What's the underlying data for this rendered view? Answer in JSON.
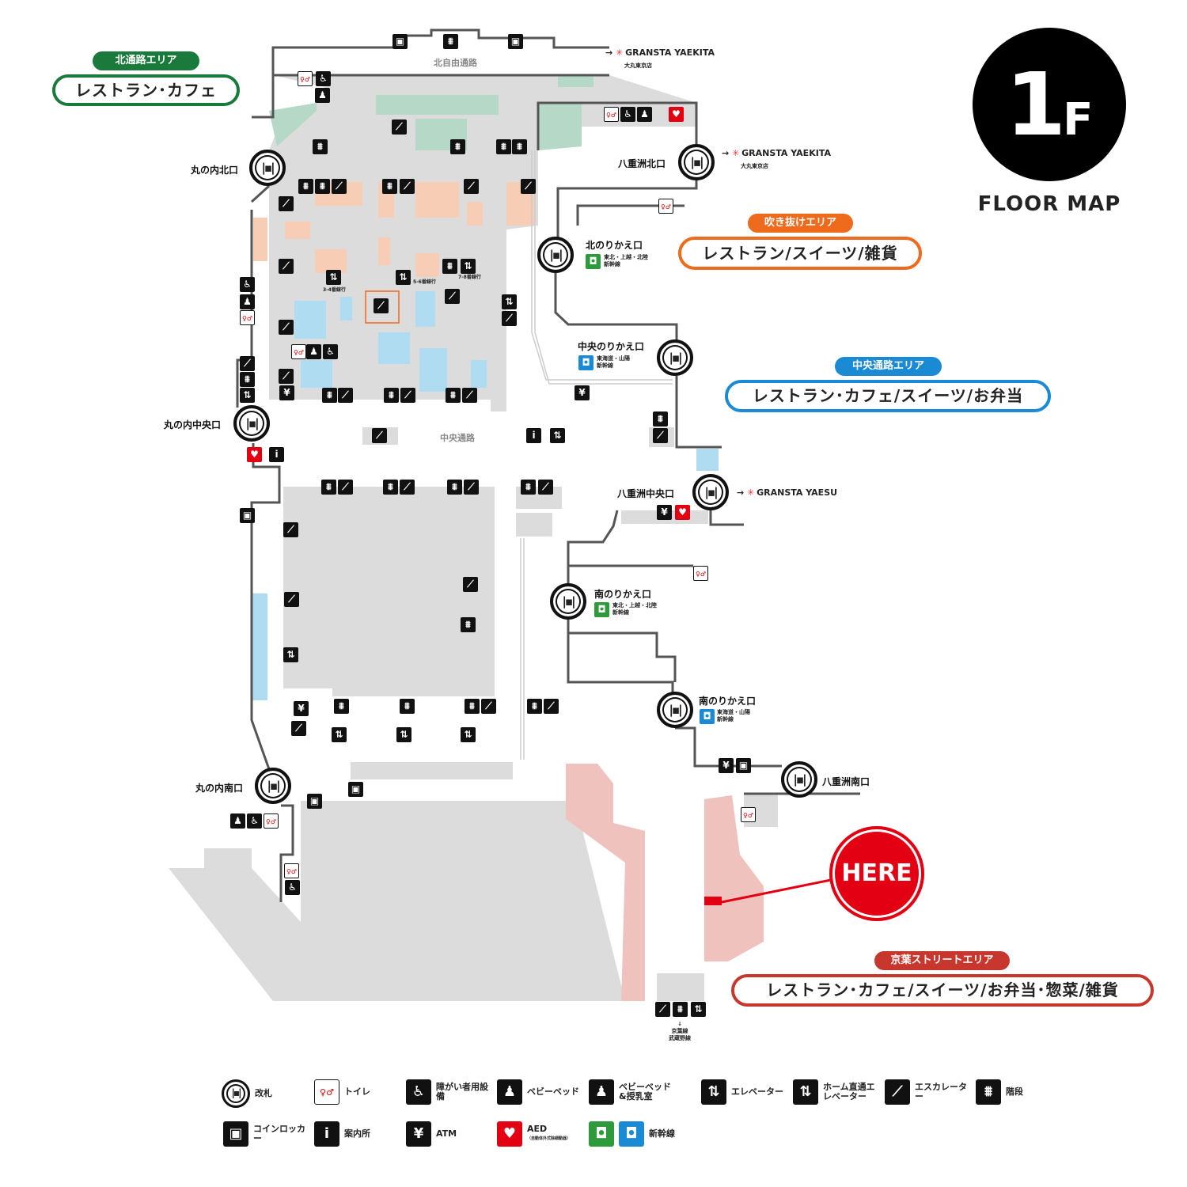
{
  "floor": {
    "number": "1",
    "suffix": "F",
    "caption": "FLOOR MAP"
  },
  "passages": {
    "north": "北自由通路",
    "central": "中央通路"
  },
  "areas": [
    {
      "tag": "北通路エリア",
      "title": "レストラン･カフェ",
      "color": "#1a7a3c"
    },
    {
      "tag": "吹き抜けエリア",
      "title": "レストラン/スイーツ/雑貨",
      "color": "#ee6a1c"
    },
    {
      "tag": "中央通路エリア",
      "title": "レストラン･カフェ/スイーツ/お弁当",
      "color": "#1a8ad4"
    },
    {
      "tag": "京葉ストリートエリア",
      "title": "レストラン･カフェ/スイーツ/お弁当･惣菜/雑貨",
      "color": "#c8372d"
    }
  ],
  "gates": {
    "marunouchi_north": "丸の内北口",
    "marunouchi_central": "丸の内中央口",
    "marunouchi_south": "丸の内南口",
    "yaesu_north": "八重洲北口",
    "yaesu_central": "八重洲中央口",
    "yaesu_south": "八重洲南口",
    "north_transfer": "北のりかえ口",
    "central_transfer": "中央のりかえ口",
    "south_transfer1": "南のりかえ口",
    "south_transfer2": "南のりかえ口"
  },
  "shinkansen": {
    "tohoku": "東北・上越・北陸",
    "tokaido": "東海道・山陽",
    "suffix": "新幹線"
  },
  "links": {
    "gransta_yaekita": "GRANSTA YAEKITA",
    "daimaru": "大丸東京店",
    "gransta_yaesu": "GRANSTA YAESU",
    "arrow": "→",
    "keiyo": "京葉線",
    "musashino": "武蔵野線",
    "down": "↓"
  },
  "elevator_labels": {
    "a": "3-4番線行",
    "b": "5-6番線行",
    "c": "7-8番線行"
  },
  "here": "HERE",
  "legend": [
    {
      "icon": "gate",
      "label": "改札"
    },
    {
      "icon": "toilet",
      "label": "トイレ"
    },
    {
      "icon": "wheelchair",
      "label": "障がい者用設備"
    },
    {
      "icon": "baby-bed",
      "label": "ベビーベッド"
    },
    {
      "icon": "nursing-room",
      "label": "ベビーベッド&授乳室"
    },
    {
      "icon": "elevator",
      "label": "エレベーター"
    },
    {
      "icon": "platform-elevator",
      "label": "ホーム直通エレベーター"
    },
    {
      "icon": "escalator",
      "label": "エスカレーター"
    },
    {
      "icon": "stairs",
      "label": "階段"
    },
    {
      "icon": "locker",
      "label": "コインロッカー"
    },
    {
      "icon": "info",
      "label": "案内所"
    },
    {
      "icon": "atm",
      "label": "ATM"
    },
    {
      "icon": "aed",
      "label": "AED",
      "note": "（自動体外式除細動器）"
    },
    {
      "icon": "shinkansen",
      "label": "新幹線"
    }
  ],
  "colors": {
    "floor": "#dcdcdc",
    "north_zone": "#b5d9c6",
    "atrium_zone": "#f7cdb5",
    "central_zone": "#b0dcf2",
    "keiyo_zone": "#efc2bd",
    "here": "#e30012",
    "line": "#555555"
  }
}
